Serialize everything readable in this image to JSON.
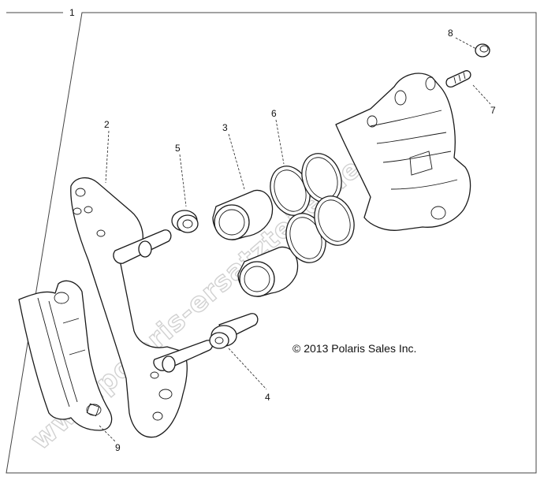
{
  "diagram": {
    "copyright": "© 2013 Polaris Sales Inc.",
    "watermark": "www.polaris-ersatzteile.de",
    "callouts": {
      "c1": "1",
      "c2": "2",
      "c3": "3",
      "c4": "4",
      "c5": "5",
      "c6": "6",
      "c7": "7",
      "c8": "8",
      "c9": "9"
    }
  }
}
